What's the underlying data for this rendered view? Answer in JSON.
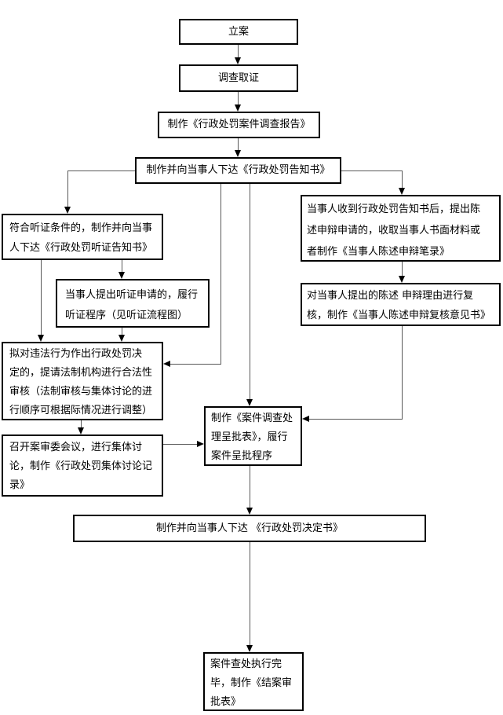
{
  "colors": {
    "background": "#ffffff",
    "box_border": "#000000",
    "connector": "#595959",
    "text": "#000000"
  },
  "flowchart": {
    "nodes": {
      "li_an": {
        "text": "立案"
      },
      "diao_cha_qu_zheng": {
        "text": "调查取证"
      },
      "diao_cha_bao_gao": {
        "text": "制作《行政处罚案件调查报告》"
      },
      "chu_fa_gao_zhi_shu": {
        "text": "制作并向当事人下达《行政处罚告知书》"
      },
      "ting_zheng_gao_zhi_shu": {
        "text": "符合听证条件的，制作并向当事\n人下达《行政处罚听证告知书》"
      },
      "ting_zheng_cheng_xu": {
        "text": "当事人提出听证申请的，履行\n听证程序（见听证流程图）"
      },
      "chen_shu_shen_bian_bi_lu": {
        "text": "当事人收到行政处罚告知书后，提出陈\n述申辩申请的，收取当事人书面材料或\n者制作《当事人陈述申辩笔录》"
      },
      "shen_bian_fu_he": {
        "text": "对当事人提出的陈述 申辩理由进行复\n核，制作《当事人陈述申辩复核意见书》"
      },
      "he_fa_xing_shen_he": {
        "text": "拟对违法行为作出行政处罚决\n定的，提请法制机构进行合法性\n审核（法制审核与集体讨论的进\n行顺序可根据际情况进行调整）"
      },
      "ji_ti_tao_lun": {
        "text": "召开案审委会议，进行集体讨\n论，制作《行政处罚集体讨论记\n录》"
      },
      "cheng_pi_biao": {
        "text": "制作《案件调查处\n理呈批表》，履行\n案件呈批程序"
      },
      "chu_fa_jue_ding_shu": {
        "text": "制作并向当事人下达 《行政处罚决定书》"
      },
      "jie_an_shen_pi_biao": {
        "text": "案件查处执行完\n毕，制作《结案审\n批表》"
      }
    }
  }
}
